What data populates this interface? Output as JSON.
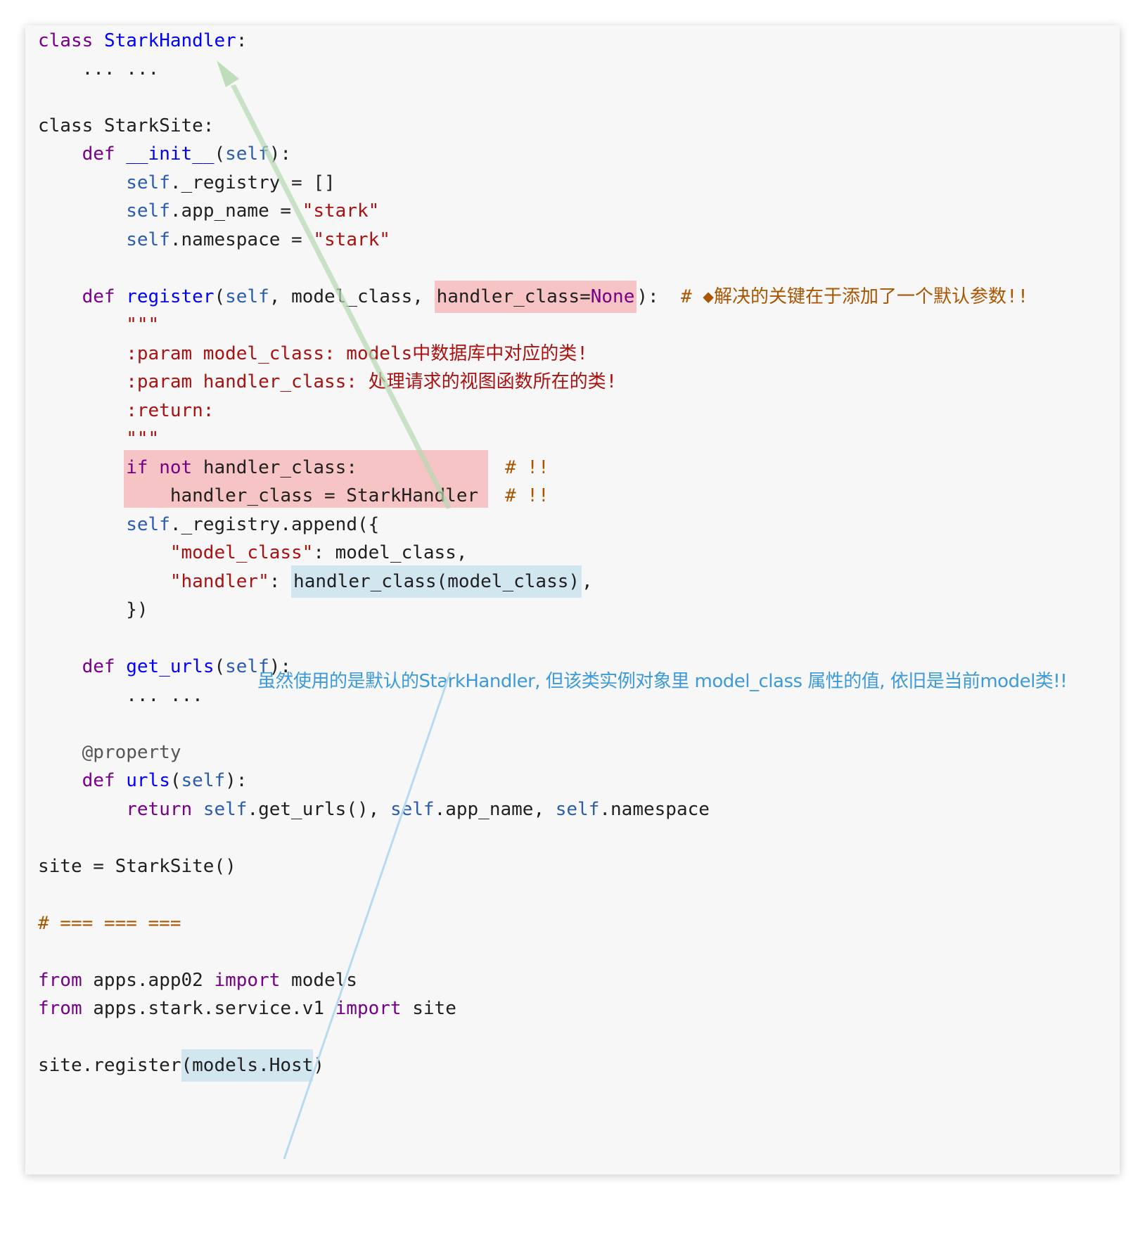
{
  "code": {
    "l1": {
      "kw": "class",
      "name": "StarkHandler",
      "end": ":"
    },
    "l2": {
      "text": "    ... ..."
    },
    "l4": {
      "text": "class StarkSite:"
    },
    "l5": {
      "indent": "    ",
      "kw": "def",
      "name": "__init__",
      "open": "(",
      "self": "self",
      "end": "):"
    },
    "l6": {
      "indent": "        ",
      "self": "self",
      "rest": "._registry = []"
    },
    "l7": {
      "indent": "        ",
      "self": "self",
      "rest": ".app_name = ",
      "str": "\"stark\""
    },
    "l8": {
      "indent": "        ",
      "self": "self",
      "rest": ".namespace = ",
      "str": "\"stark\""
    },
    "l10": {
      "indent": "    ",
      "kw": "def",
      "name": "register",
      "open": "(",
      "self": "self",
      "mid": ", model_class, ",
      "hl_param": "handler_class=",
      "hl_none": "None",
      "end": "):  ",
      "comment": "# ◆解决的关键在于添加了一个默认参数!!"
    },
    "l11": {
      "text": "        \"\"\""
    },
    "l12": {
      "text": "        :param model_class: models中数据库中对应的类!"
    },
    "l13": {
      "text": "        :param handler_class: 处理请求的视图函数所在的类!"
    },
    "l14": {
      "text": "        :return:"
    },
    "l15": {
      "text": "        \"\"\""
    },
    "l16": {
      "indent": "        ",
      "kw1": "if",
      "sp": " ",
      "kw2": "not",
      "rest": " handler_class:",
      "comment": "# !!"
    },
    "l17": {
      "rest": "            handler_class = StarkHandler",
      "comment": "# !!"
    },
    "l18": {
      "indent": "        ",
      "self": "self",
      "rest": "._registry.append({"
    },
    "l19": {
      "indent": "            ",
      "str": "\"model_class\"",
      "rest": ": model_class,"
    },
    "l20": {
      "indent": "            ",
      "str": "\"handler\"",
      "rest": ": ",
      "hl": "handler_class(model_class)",
      "end": ","
    },
    "l21": {
      "text": "        })"
    },
    "l23": {
      "indent": "    ",
      "kw": "def",
      "name": "get_urls",
      "open": "(",
      "self": "self",
      "end": "):"
    },
    "l24": {
      "text": "        ... ..."
    },
    "l26": {
      "text": "    @property"
    },
    "l27": {
      "indent": "    ",
      "kw": "def",
      "name": "urls",
      "open": "(",
      "self": "self",
      "end": "):"
    },
    "l28": {
      "indent": "        ",
      "kw": "return",
      "sp": " ",
      "self1": "self",
      "r1": ".get_urls(), ",
      "self2": "self",
      "r2": ".app_name, ",
      "self3": "self",
      "r3": ".namespace"
    },
    "l30": {
      "text": "site = StarkSite()"
    },
    "l32": {
      "text": "# === === ==="
    },
    "l34": {
      "kw1": "from",
      "r1": " apps.app02 ",
      "kw2": "import",
      "r2": " models"
    },
    "l35": {
      "kw1": "from",
      "r1": " apps.stark.service.v1 ",
      "kw2": "import",
      "r2": " site"
    },
    "l37": {
      "pre": "site.register",
      "hl": "(models.Host",
      "end": ")"
    }
  },
  "annotation": {
    "text": "虽然使用的是默认的StarkHandler, 但该类实例对象里 model_class 属性的值, 依旧是当前model类!!"
  },
  "colors": {
    "keyword": "#770088",
    "definition": "#0000ff",
    "variable": "#2b5cad",
    "string": "#aa1111",
    "comment": "#aa5500",
    "highlight_red": "#f6c4c4",
    "highlight_blue": "#d2e6f0",
    "arrow_green": "#b4d9b0",
    "arrow_blue": "#b8daf0",
    "annotation": "#3c9ad8"
  }
}
